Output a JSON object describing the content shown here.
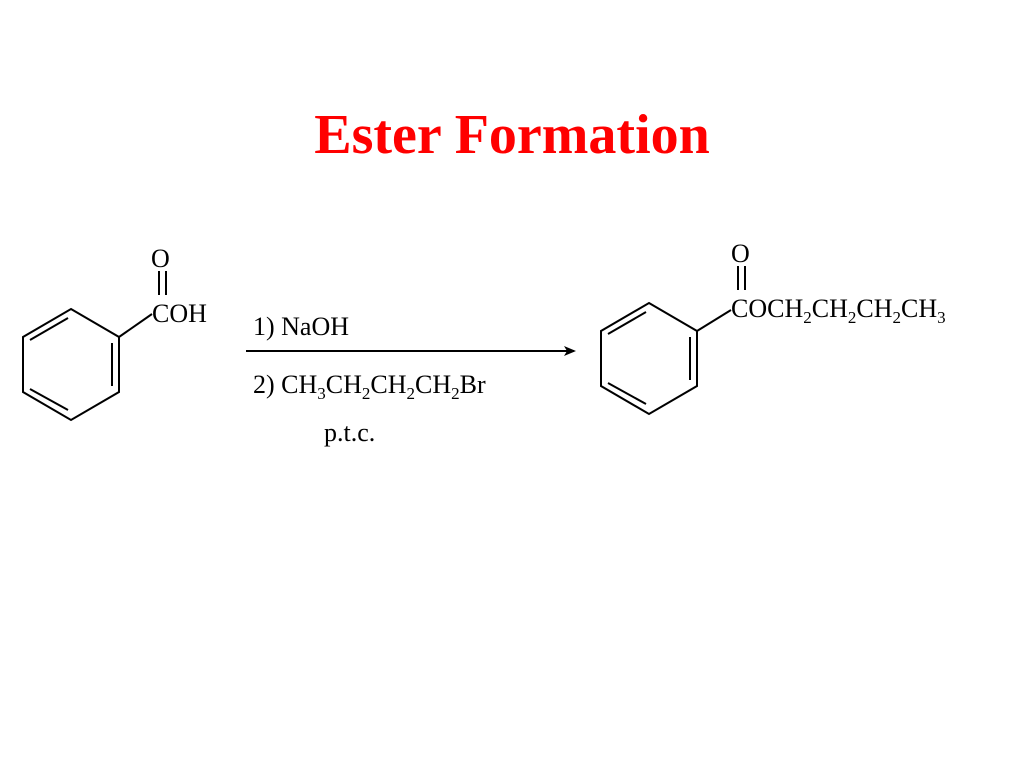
{
  "slide": {
    "title": "Ester Formation",
    "title_color": "#ff0000"
  },
  "reactant": {
    "carbonyl_oxygen": "O",
    "acid_group": {
      "c": "C",
      "oh": "OH"
    }
  },
  "conditions": {
    "step1": "1) NaOH",
    "step2": {
      "prefix": "2) ",
      "parts": [
        {
          "text": "CH",
          "sub": "3"
        },
        {
          "text": "CH",
          "sub": "2"
        },
        {
          "text": "CH",
          "sub": "2"
        },
        {
          "text": "CH",
          "sub": "2"
        },
        {
          "text": "Br",
          "sub": ""
        }
      ]
    },
    "catalyst": "p.t.c."
  },
  "product": {
    "carbonyl_oxygen": "O",
    "ester_group": {
      "c": "C",
      "parts": [
        {
          "text": "OCH",
          "sub": "2"
        },
        {
          "text": "CH",
          "sub": "2"
        },
        {
          "text": "CH",
          "sub": "2"
        },
        {
          "text": "CH",
          "sub": "3"
        }
      ]
    }
  }
}
